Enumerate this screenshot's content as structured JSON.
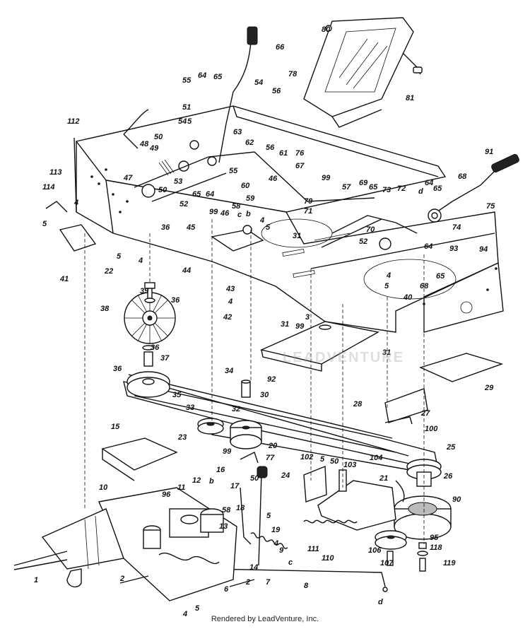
{
  "footer": "Rendered by LeadVenture, Inc.",
  "watermark": "LEADVENTURE",
  "callouts": [
    {
      "text": "66"
    },
    {
      "text": "54"
    },
    {
      "text": "80"
    },
    {
      "text": "78"
    },
    {
      "text": "81"
    },
    {
      "text": "55"
    },
    {
      "text": "64"
    },
    {
      "text": "65"
    },
    {
      "text": "56"
    },
    {
      "text": "51"
    },
    {
      "text": "5"
    },
    {
      "text": "54"
    },
    {
      "text": "63"
    },
    {
      "text": "62"
    },
    {
      "text": "56"
    },
    {
      "text": "61"
    },
    {
      "text": "76"
    },
    {
      "text": "112"
    },
    {
      "text": "50"
    },
    {
      "text": "49"
    },
    {
      "text": "48"
    },
    {
      "text": "53"
    },
    {
      "text": "55"
    },
    {
      "text": "60"
    },
    {
      "text": "46"
    },
    {
      "text": "67"
    },
    {
      "text": "99"
    },
    {
      "text": "47"
    },
    {
      "text": "50"
    },
    {
      "text": "65"
    },
    {
      "text": "64"
    },
    {
      "text": "59"
    },
    {
      "text": "113"
    },
    {
      "text": "114"
    },
    {
      "text": "4"
    },
    {
      "text": "52"
    },
    {
      "text": "58"
    },
    {
      "text": "99"
    },
    {
      "text": "46"
    },
    {
      "text": "c"
    },
    {
      "text": "b"
    },
    {
      "text": "4"
    },
    {
      "text": "79"
    },
    {
      "text": "71"
    },
    {
      "text": "5"
    },
    {
      "text": "5"
    },
    {
      "text": "36"
    },
    {
      "text": "45"
    },
    {
      "text": "31"
    },
    {
      "text": "91"
    },
    {
      "text": "69"
    },
    {
      "text": "57"
    },
    {
      "text": "65"
    },
    {
      "text": "73"
    },
    {
      "text": "72"
    },
    {
      "text": "d"
    },
    {
      "text": "64"
    },
    {
      "text": "65"
    },
    {
      "text": "68"
    },
    {
      "text": "75"
    },
    {
      "text": "70"
    },
    {
      "text": "74"
    },
    {
      "text": "41"
    },
    {
      "text": "22"
    },
    {
      "text": "5"
    },
    {
      "text": "4"
    },
    {
      "text": "44"
    },
    {
      "text": "52"
    },
    {
      "text": "93"
    },
    {
      "text": "64"
    },
    {
      "text": "94"
    },
    {
      "text": "4"
    },
    {
      "text": "68"
    },
    {
      "text": "65"
    },
    {
      "text": "5"
    },
    {
      "text": "40"
    },
    {
      "text": "39"
    },
    {
      "text": "36"
    },
    {
      "text": "43"
    },
    {
      "text": "4"
    },
    {
      "text": "38"
    },
    {
      "text": "42"
    },
    {
      "text": "31"
    },
    {
      "text": "3"
    },
    {
      "text": "99"
    },
    {
      "text": "31"
    },
    {
      "text": "36"
    },
    {
      "text": "37"
    },
    {
      "text": "34"
    },
    {
      "text": "36"
    },
    {
      "text": "35"
    },
    {
      "text": "30"
    },
    {
      "text": "92"
    },
    {
      "text": "29"
    },
    {
      "text": "28"
    },
    {
      "text": "27"
    },
    {
      "text": "33"
    },
    {
      "text": "32"
    },
    {
      "text": "100"
    },
    {
      "text": "15"
    },
    {
      "text": "23"
    },
    {
      "text": "99"
    },
    {
      "text": "20"
    },
    {
      "text": "25"
    },
    {
      "text": "77"
    },
    {
      "text": "102"
    },
    {
      "text": "5"
    },
    {
      "text": "50"
    },
    {
      "text": "103"
    },
    {
      "text": "104"
    },
    {
      "text": "26"
    },
    {
      "text": "16"
    },
    {
      "text": "17"
    },
    {
      "text": "b"
    },
    {
      "text": "12"
    },
    {
      "text": "10"
    },
    {
      "text": "11"
    },
    {
      "text": "96"
    },
    {
      "text": "58"
    },
    {
      "text": "50"
    },
    {
      "text": "24"
    },
    {
      "text": "21"
    },
    {
      "text": "90"
    },
    {
      "text": "18"
    },
    {
      "text": "13"
    },
    {
      "text": "5"
    },
    {
      "text": "19"
    },
    {
      "text": "9"
    },
    {
      "text": "4"
    },
    {
      "text": "c"
    },
    {
      "text": "111"
    },
    {
      "text": "110"
    },
    {
      "text": "106"
    },
    {
      "text": "95"
    },
    {
      "text": "118"
    },
    {
      "text": "107"
    },
    {
      "text": "119"
    },
    {
      "text": "14"
    },
    {
      "text": "1"
    },
    {
      "text": "2"
    },
    {
      "text": "7"
    },
    {
      "text": "8"
    },
    {
      "text": "2"
    },
    {
      "text": "6"
    },
    {
      "text": "d"
    },
    {
      "text": "5"
    },
    {
      "text": "4"
    }
  ]
}
